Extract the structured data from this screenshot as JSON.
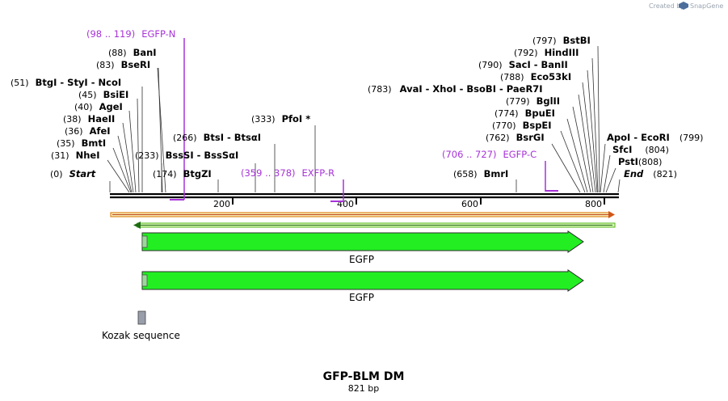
{
  "header": {
    "credit": "Created by",
    "brand": "SnapGene",
    "brand_color": "#4c6e9c"
  },
  "map": {
    "title": "GFP-BLM DM",
    "length_label": "821 bp",
    "ticks": [
      "200",
      "400",
      "600",
      "800"
    ],
    "start": {
      "pos": "(0)",
      "name": "Start"
    },
    "end": {
      "pos": "(821)",
      "name": "End"
    },
    "sites_left": [
      {
        "pos": "(88)",
        "names": [
          "BanI"
        ]
      },
      {
        "pos": "(83)",
        "names": [
          "BseRI"
        ]
      },
      {
        "pos": "(51)",
        "names": [
          "BtgI",
          "StyI",
          "NcoI"
        ]
      },
      {
        "pos": "(45)",
        "names": [
          "BsiEI"
        ]
      },
      {
        "pos": "(40)",
        "names": [
          "AgeI"
        ]
      },
      {
        "pos": "(38)",
        "names": [
          "HaeII"
        ]
      },
      {
        "pos": "(36)",
        "names": [
          "AfeI"
        ]
      },
      {
        "pos": "(35)",
        "names": [
          "BmtI"
        ]
      },
      {
        "pos": "(31)",
        "names": [
          "NheI"
        ]
      }
    ],
    "sites_mid": [
      {
        "pos": "(233)",
        "names": [
          "BssSI",
          "BssSαI"
        ]
      },
      {
        "pos": "(174)",
        "names": [
          "BtgZI"
        ]
      },
      {
        "pos": "(266)",
        "names": [
          "BtsI",
          "BtsαI"
        ]
      },
      {
        "pos": "(333)",
        "names": [
          "PfoI *"
        ]
      },
      {
        "pos": "(658)",
        "names": [
          "BmrI"
        ]
      }
    ],
    "sites_right": [
      {
        "pos": "(797)",
        "names": [
          "BstBI"
        ]
      },
      {
        "pos": "(792)",
        "names": [
          "HindIII"
        ]
      },
      {
        "pos": "(790)",
        "names": [
          "SacI",
          "BanII"
        ]
      },
      {
        "pos": "(788)",
        "names": [
          "Eco53kI"
        ]
      },
      {
        "pos": "(783)",
        "names": [
          "AvaI",
          "XhoI",
          "BsoBI",
          "PaeR7I"
        ]
      },
      {
        "pos": "(779)",
        "names": [
          "BglII"
        ]
      },
      {
        "pos": "(774)",
        "names": [
          "BpuEI"
        ]
      },
      {
        "pos": "(770)",
        "names": [
          "BspEI"
        ]
      },
      {
        "pos": "(762)",
        "names": [
          "BsrGI"
        ]
      }
    ],
    "sites_end": [
      {
        "pos": "(799)",
        "names": [
          "ApoI",
          "EcoRI"
        ]
      },
      {
        "pos": "(804)",
        "names": [
          "SfcI"
        ]
      },
      {
        "pos": "(808)",
        "names": [
          "PstI"
        ]
      }
    ],
    "primers": [
      {
        "range": "(98 .. 119)",
        "name": "EGFP-N"
      },
      {
        "range": "(359 .. 378)",
        "name": "EXFP-R"
      },
      {
        "range": "(706 .. 727)",
        "name": "EGFP-C"
      }
    ],
    "features": [
      {
        "label": "EGFP",
        "color": "#22ee22"
      },
      {
        "label": "EGFP",
        "color": "#22ee22"
      },
      {
        "label": "Kozak sequence",
        "color": "#999faa"
      }
    ],
    "colors": {
      "primer": "#a733d8",
      "orf_outline": "#e08a20",
      "orf_fill": "#f5e9b8",
      "orf_rev_fill": "#d7f3b3",
      "orf_rev_outline": "#6ec23b"
    }
  }
}
